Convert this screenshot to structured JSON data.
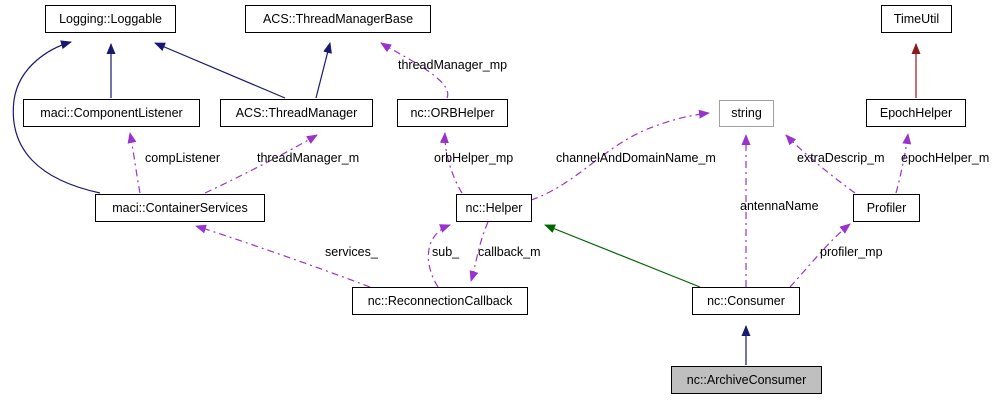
{
  "diagram": {
    "title": "nc::ArchiveConsumer collaboration diagram",
    "type": "uml-collaboration-graph",
    "colors": {
      "background": "#ffffff",
      "node_fill": "#ffffff",
      "node_border": "#000000",
      "extern_node_border": "#a0a0a0",
      "current_node_fill": "#bfbfbf",
      "inheritance_edge": "#191970",
      "usage_edge": "#9a32cd",
      "template_edge": "#8b1a1a",
      "protected_edge": "#006400"
    }
  },
  "nodes": [
    {
      "id": "logging_loggable",
      "label": "Logging::Loggable",
      "kind": "class"
    },
    {
      "id": "acs_threadmanagerbase",
      "label": "ACS::ThreadManagerBase",
      "kind": "class"
    },
    {
      "id": "timeutil",
      "label": "TimeUtil",
      "kind": "class"
    },
    {
      "id": "maci_componentlistener",
      "label": "maci::ComponentListener",
      "kind": "class"
    },
    {
      "id": "acs_threadmanager",
      "label": "ACS::ThreadManager",
      "kind": "class"
    },
    {
      "id": "nc_orbhelper",
      "label": "nc::ORBHelper",
      "kind": "class"
    },
    {
      "id": "string",
      "label": "string",
      "kind": "extern"
    },
    {
      "id": "epochhelper",
      "label": "EpochHelper",
      "kind": "class"
    },
    {
      "id": "maci_containerservices",
      "label": "maci::ContainerServices",
      "kind": "class"
    },
    {
      "id": "nc_helper",
      "label": "nc::Helper",
      "kind": "class"
    },
    {
      "id": "profiler",
      "label": "Profiler",
      "kind": "class"
    },
    {
      "id": "nc_reconnectioncallback",
      "label": "nc::ReconnectionCallback",
      "kind": "class"
    },
    {
      "id": "nc_consumer",
      "label": "nc::Consumer",
      "kind": "class"
    },
    {
      "id": "nc_archiveconsumer",
      "label": "nc::ArchiveConsumer",
      "kind": "current"
    }
  ],
  "edge_labels": [
    {
      "id": "threadmanager_mp",
      "text": "threadManager_mp"
    },
    {
      "id": "complistener",
      "text": "compListener"
    },
    {
      "id": "threadmanager_m",
      "text": "threadManager_m"
    },
    {
      "id": "orbhelper_mp",
      "text": "orbHelper_mp"
    },
    {
      "id": "channelanddomainname_m",
      "text": "channelAndDomainName_m"
    },
    {
      "id": "extradescrip_m",
      "text": "extraDescrip_m"
    },
    {
      "id": "epochhelper_m",
      "text": "epochHelper_m"
    },
    {
      "id": "services_",
      "text": "services_"
    },
    {
      "id": "sub_",
      "text": "sub_"
    },
    {
      "id": "callback_m",
      "text": "callback_m"
    },
    {
      "id": "antennaname",
      "text": "antennaName"
    },
    {
      "id": "profiler_mp",
      "text": "profiler_mp"
    }
  ],
  "edges": [
    {
      "from": "maci_componentlistener",
      "to": "logging_loggable",
      "kind": "inheritance",
      "label": ""
    },
    {
      "from": "maci_containerservices",
      "to": "logging_loggable",
      "kind": "inheritance",
      "label": ""
    },
    {
      "from": "acs_threadmanager",
      "to": "logging_loggable",
      "kind": "inheritance",
      "label": ""
    },
    {
      "from": "acs_threadmanager",
      "to": "acs_threadmanagerbase",
      "kind": "inheritance",
      "label": ""
    },
    {
      "from": "nc_orbhelper",
      "to": "acs_threadmanagerbase",
      "kind": "usage",
      "label": "threadManager_mp"
    },
    {
      "from": "maci_containerservices",
      "to": "maci_componentlistener",
      "kind": "usage",
      "label": "compListener"
    },
    {
      "from": "maci_containerservices",
      "to": "acs_threadmanager",
      "kind": "usage",
      "label": "threadManager_m"
    },
    {
      "from": "nc_helper",
      "to": "nc_orbhelper",
      "kind": "usage",
      "label": "orbHelper_mp"
    },
    {
      "from": "nc_helper",
      "to": "string",
      "kind": "usage",
      "label": "channelAndDomainName_m"
    },
    {
      "from": "epochhelper",
      "to": "timeutil",
      "kind": "template",
      "label": ""
    },
    {
      "from": "profiler",
      "to": "string",
      "kind": "usage",
      "label": "extraDescrip_m"
    },
    {
      "from": "profiler",
      "to": "epochhelper",
      "kind": "usage",
      "label": "epochHelper_m"
    },
    {
      "from": "nc_reconnectioncallback",
      "to": "maci_containerservices",
      "kind": "usage",
      "label": "services_"
    },
    {
      "from": "nc_reconnectioncallback",
      "to": "nc_helper",
      "kind": "usage",
      "label": "sub_"
    },
    {
      "from": "nc_helper",
      "to": "nc_reconnectioncallback",
      "kind": "usage",
      "label": "callback_m"
    },
    {
      "from": "nc_consumer",
      "to": "nc_helper",
      "kind": "protected",
      "label": ""
    },
    {
      "from": "nc_consumer",
      "to": "string",
      "kind": "usage",
      "label": "antennaName"
    },
    {
      "from": "nc_consumer",
      "to": "profiler",
      "kind": "usage",
      "label": "profiler_mp"
    },
    {
      "from": "nc_archiveconsumer",
      "to": "nc_consumer",
      "kind": "inheritance",
      "label": ""
    }
  ]
}
